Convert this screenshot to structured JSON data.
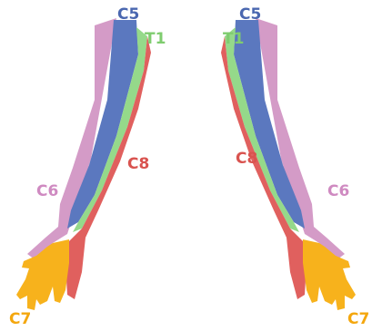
{
  "labels": {
    "c5": "C5",
    "t1": "T1",
    "c8": "C8",
    "c6": "C6",
    "c7": "C7"
  },
  "colors": {
    "c5": "#5b78bf",
    "t1": "#95d98a",
    "c8": "#e0605e",
    "c6": "#d49bc7",
    "c7": "#f7b21c",
    "t1_text": "#7fcc6f",
    "c5_text": "#4a67b0",
    "c8_text": "#d9534f",
    "c6_text": "#cf8ac1",
    "c7_text": "#f4a70e"
  }
}
